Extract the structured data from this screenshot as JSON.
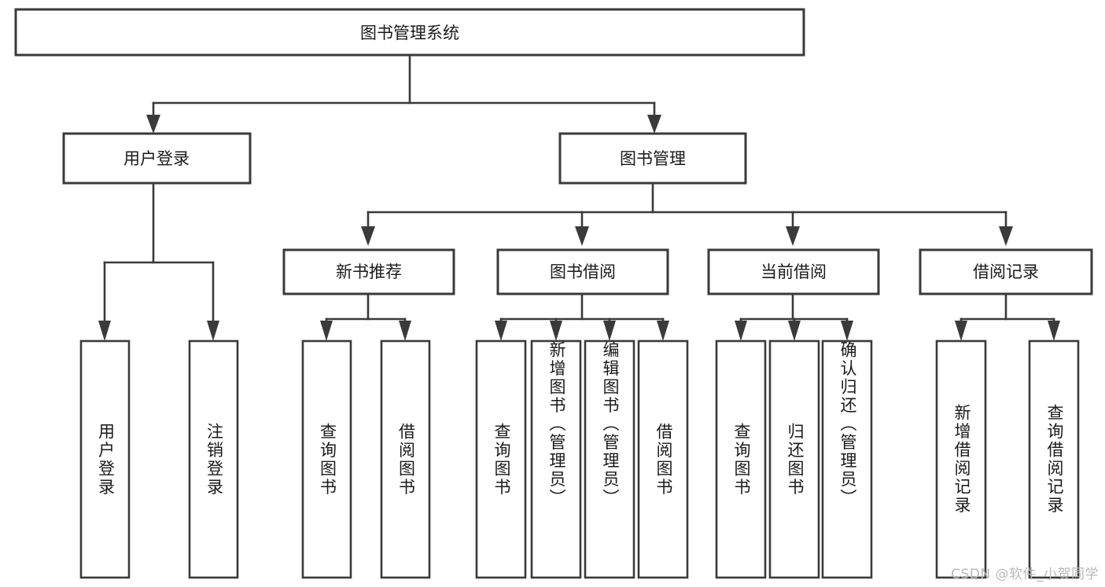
{
  "diagram": {
    "type": "tree",
    "title_node": {
      "id": "root",
      "label": "图书管理系统"
    },
    "level2": [
      {
        "id": "user-login",
        "label": "用户登录"
      },
      {
        "id": "book-manage",
        "label": "图书管理"
      }
    ],
    "level3": [
      {
        "id": "new-book-rec",
        "label": "新书推荐"
      },
      {
        "id": "book-borrow",
        "label": "图书借阅"
      },
      {
        "id": "current-borrow",
        "label": "当前借阅"
      },
      {
        "id": "borrow-record",
        "label": "借阅记录"
      }
    ],
    "leaves": {
      "user_login": [
        {
          "id": "leaf-user-login",
          "label": "用户登录"
        },
        {
          "id": "leaf-user-logout",
          "label": "注销登录"
        }
      ],
      "new_book_rec": [
        {
          "id": "leaf-query-book-1",
          "label": "查询图书"
        },
        {
          "id": "leaf-borrow-book-1",
          "label": "借阅图书"
        }
      ],
      "book_borrow": [
        {
          "id": "leaf-query-book-2",
          "label": "查询图书"
        },
        {
          "id": "leaf-add-book",
          "label": "新增图书（管理员）"
        },
        {
          "id": "leaf-edit-book",
          "label": "编辑图书（管理员）"
        },
        {
          "id": "leaf-borrow-book-2",
          "label": "借阅图书"
        }
      ],
      "current_borrow": [
        {
          "id": "leaf-query-book-3",
          "label": "查询图书"
        },
        {
          "id": "leaf-return-book",
          "label": "归还图书"
        },
        {
          "id": "leaf-confirm-return",
          "label": "确认归还（管理员）"
        }
      ],
      "borrow_record": [
        {
          "id": "leaf-add-record",
          "label": "新增借阅记录"
        },
        {
          "id": "leaf-query-record",
          "label": "查询借阅记录"
        }
      ]
    },
    "colors": {
      "stroke": "#3a3a3a",
      "fill": "#ffffff",
      "text": "#1a1a1a",
      "watermark": "#b9b9b9"
    }
  },
  "watermark": {
    "text": "CSDN @软件_小贺同学"
  }
}
